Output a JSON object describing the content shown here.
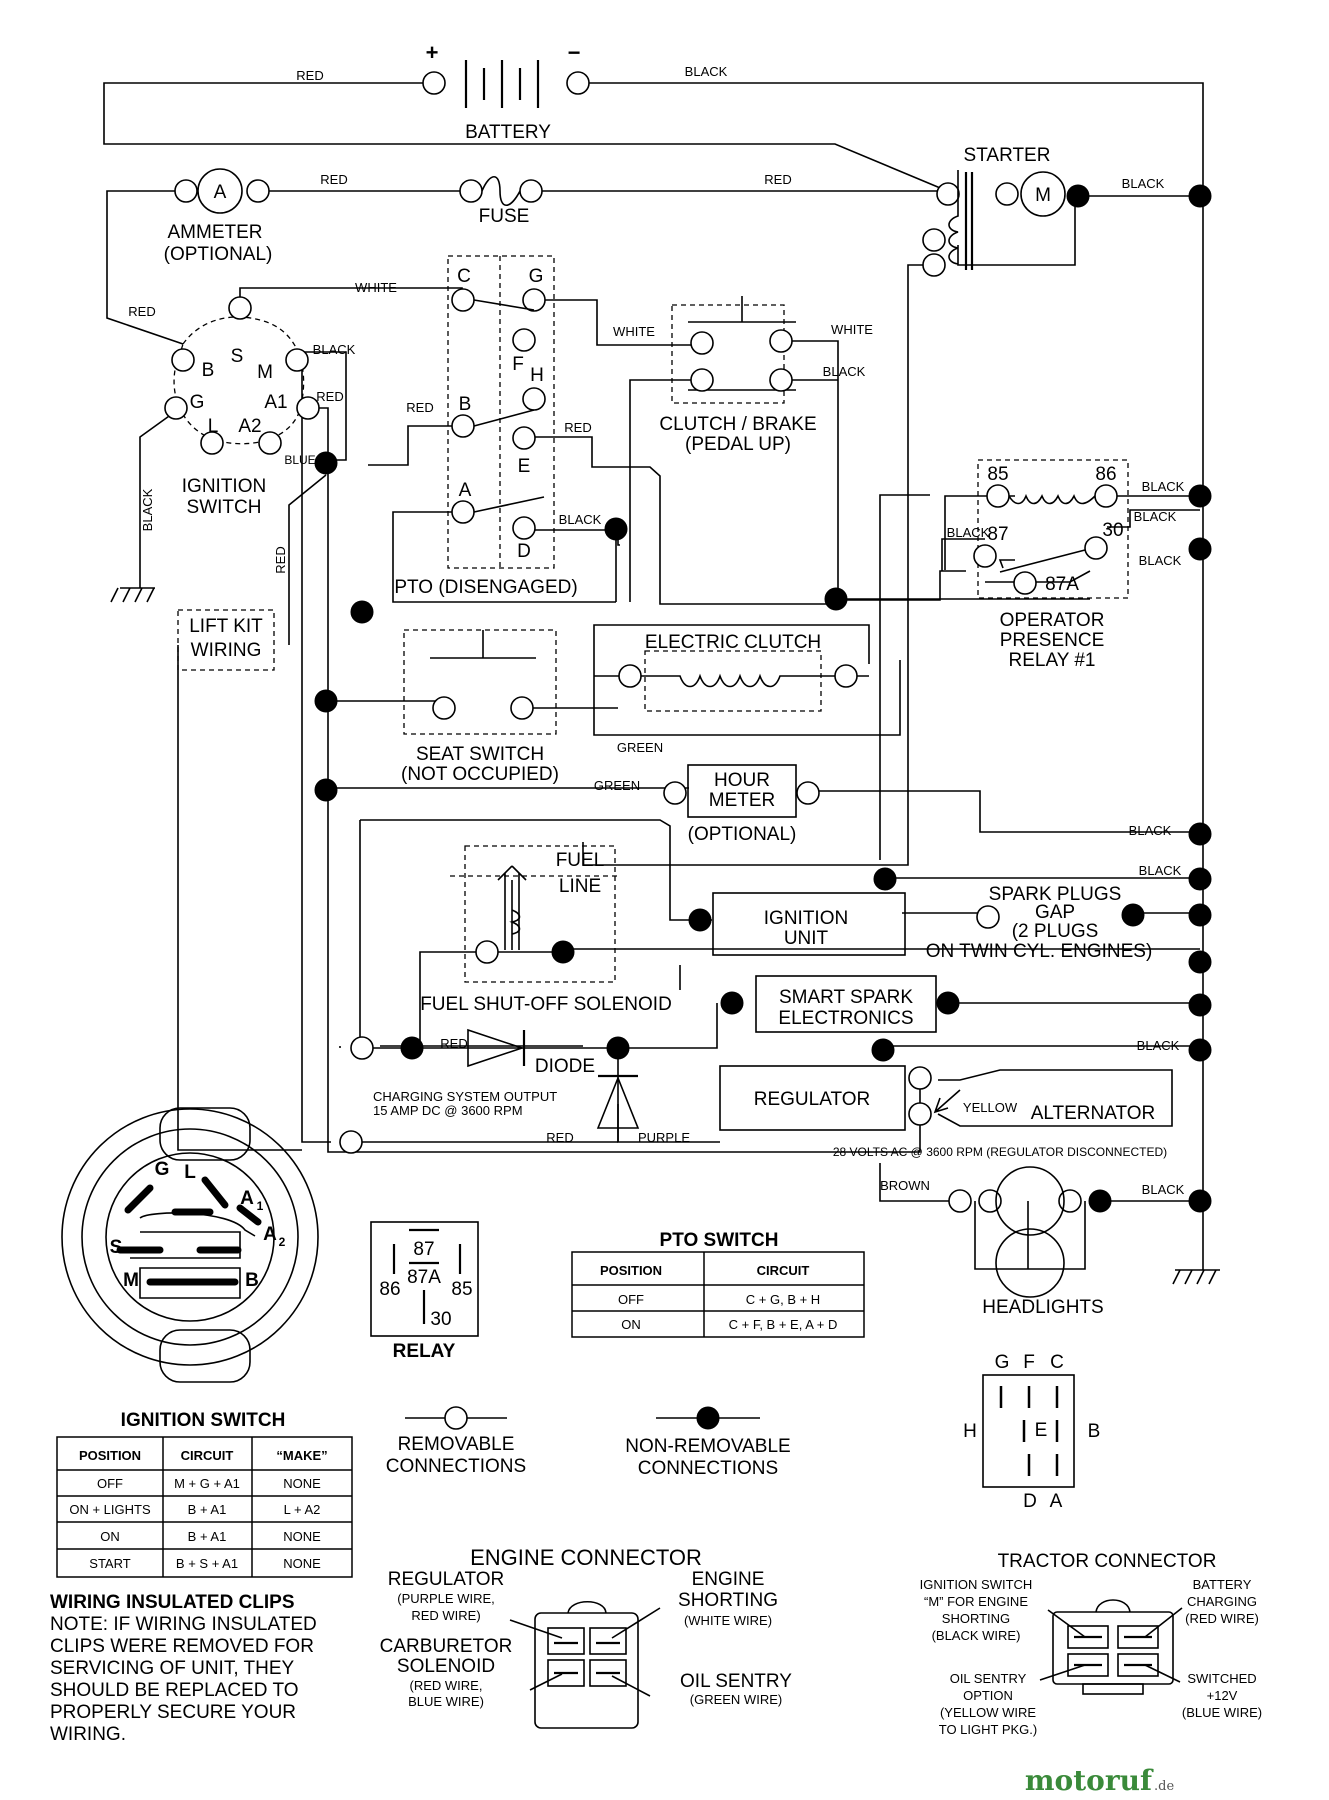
{
  "battery": {
    "label": "BATTERY",
    "plus": "+",
    "minus": "−"
  },
  "starter": {
    "label": "STARTER",
    "motor": "M"
  },
  "ammeter": {
    "label": "AMMETER",
    "sub": "(OPTIONAL)",
    "symbol": "A"
  },
  "fuse": {
    "label": "FUSE"
  },
  "wire_colors": {
    "red": "RED",
    "black": "BLACK",
    "white": "WHITE",
    "green": "GREEN",
    "blue": "BLUE",
    "yellow": "YELLOW",
    "brown": "BROWN",
    "purple": "PURPLE"
  },
  "ignition_switch": {
    "label1": "IGNITION",
    "label2": "SWITCH",
    "terminals": {
      "b": "B",
      "s": "S",
      "m": "M",
      "g": "G",
      "a1": "A1",
      "l": "L",
      "a2": "A2"
    }
  },
  "pto": {
    "label": "PTO (DISENGAGED)",
    "terminals": {
      "c": "C",
      "g": "G",
      "f": "F",
      "h": "H",
      "b": "B",
      "e": "E",
      "a": "A",
      "d": "D"
    }
  },
  "clutch_brake": {
    "label": "CLUTCH / BRAKE",
    "sub": "(PEDAL UP)"
  },
  "relay_op": {
    "label1": "OPERATOR",
    "label2": "PRESENCE",
    "label3": "RELAY #1",
    "t85": "85",
    "t86": "86",
    "t87": "87",
    "t30": "30",
    "t87a": "87A"
  },
  "lift_kit": {
    "label1": "LIFT KIT",
    "label2": "WIRING"
  },
  "electric_clutch": {
    "label": "ELECTRIC CLUTCH"
  },
  "seat_switch": {
    "label": "SEAT SWITCH",
    "sub": "(NOT OCCUPIED)"
  },
  "hour_meter": {
    "label1": "HOUR",
    "label2": "METER",
    "sub": "(OPTIONAL)"
  },
  "fuel_solenoid": {
    "label": "FUEL SHUT-OFF SOLENOID",
    "fuel": "FUEL",
    "line": "LINE"
  },
  "ignition_unit": {
    "label1": "IGNITION",
    "label2": "UNIT"
  },
  "spark_plugs": {
    "l1": "SPARK PLUGS",
    "l2": "GAP",
    "l3": "(2 PLUGS",
    "l4": "ON TWIN CYL. ENGINES)"
  },
  "smart_spark": {
    "l1": "SMART SPARK",
    "l2": "ELECTRONICS"
  },
  "diode": {
    "label": "DIODE"
  },
  "charging": {
    "l1": "CHARGING SYSTEM OUTPUT",
    "l2": "15 AMP DC @ 3600 RPM"
  },
  "regulator": {
    "label": "REGULATOR"
  },
  "alternator": {
    "label": "ALTERNATOR",
    "note": "28 VOLTS AC @ 3600 RPM (REGULATOR DISCONNECTED)"
  },
  "headlights": {
    "label": "HEADLIGHTS"
  },
  "relay_diagram": {
    "label": "RELAY",
    "t87": "87",
    "t87a": "87A",
    "t86": "86",
    "t85": "85",
    "t30": "30"
  },
  "switch_face": {
    "g": "G",
    "l": "L",
    "a1": "A",
    "a1sub": "1",
    "s": "S",
    "a2": "A",
    "a2sub": "2",
    "m": "M",
    "b": "B"
  },
  "pto_table": {
    "title": "PTO SWITCH",
    "headers": [
      "POSITION",
      "CIRCUIT"
    ],
    "rows": [
      [
        "OFF",
        "C + G, B + H"
      ],
      [
        "ON",
        "C + F, B + E, A + D"
      ]
    ]
  },
  "ign_table": {
    "title": "IGNITION SWITCH",
    "headers": [
      "POSITION",
      "CIRCUIT",
      "“MAKE”"
    ],
    "rows": [
      [
        "OFF",
        "M + G + A1",
        "NONE"
      ],
      [
        "ON + LIGHTS",
        "B + A1",
        "L + A2"
      ],
      [
        "ON",
        "B + A1",
        "NONE"
      ],
      [
        "START",
        "B + S + A1",
        "NONE"
      ]
    ]
  },
  "legend": {
    "removable1": "REMOVABLE",
    "removable2": "CONNECTIONS",
    "nonremovable1": "NON-REMOVABLE",
    "nonremovable2": "CONNECTIONS"
  },
  "pto_connector": {
    "g": "G",
    "f": "F",
    "c": "C",
    "h": "H",
    "e": "E",
    "b": "B",
    "d": "D",
    "a": "A"
  },
  "note": {
    "title": "WIRING INSULATED CLIPS",
    "lines": [
      "NOTE: IF WIRING INSULATED",
      "CLIPS WERE REMOVED FOR",
      "SERVICING OF UNIT, THEY",
      "SHOULD BE REPLACED TO",
      "PROPERLY SECURE YOUR",
      "WIRING."
    ]
  },
  "engine_connector": {
    "title": "ENGINE CONNECTOR",
    "reg": [
      "REGULATOR",
      "(PURPLE WIRE,",
      "RED WIRE)"
    ],
    "eng": [
      "ENGINE",
      "SHORTING",
      "(WHITE WIRE)"
    ],
    "carb": [
      "CARBURETOR",
      "SOLENOID",
      "(RED WIRE,",
      "BLUE WIRE)"
    ],
    "oil": [
      "OIL SENTRY",
      "(GREEN WIRE)"
    ]
  },
  "tractor_connector": {
    "title": "TRACTOR CONNECTOR",
    "ign": [
      "IGNITION SWITCH",
      "“M” FOR ENGINE",
      "SHORTING",
      "(BLACK WIRE)"
    ],
    "bat": [
      "BATTERY",
      "CHARGING",
      "(RED WIRE)"
    ],
    "oil": [
      "OIL SENTRY",
      "OPTION",
      "(YELLOW WIRE",
      "TO LIGHT PKG.)"
    ],
    "sw": [
      "SWITCHED",
      "+12V",
      "(BLUE WIRE)"
    ]
  },
  "watermark": {
    "main": "motoruf",
    "suffix": ".de"
  }
}
